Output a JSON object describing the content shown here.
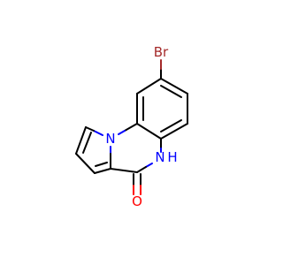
{
  "molecule": {
    "atoms": {
      "br": {
        "symbol": "Br",
        "color": "#a52a2a"
      },
      "n_ring": {
        "symbol": "N",
        "color": "#0000ff"
      },
      "nh_n": {
        "symbol": "N",
        "color": "#0000ff"
      },
      "nh_h": {
        "symbol": "H",
        "color": "#0000ff"
      },
      "o": {
        "symbol": "O",
        "color": "#ff0000"
      }
    },
    "colors": {
      "carbon_bond": "#000000",
      "bromine": "#a52a2a",
      "nitrogen": "#0000ff",
      "oxygen": "#ff0000",
      "background": "#ffffff"
    }
  }
}
